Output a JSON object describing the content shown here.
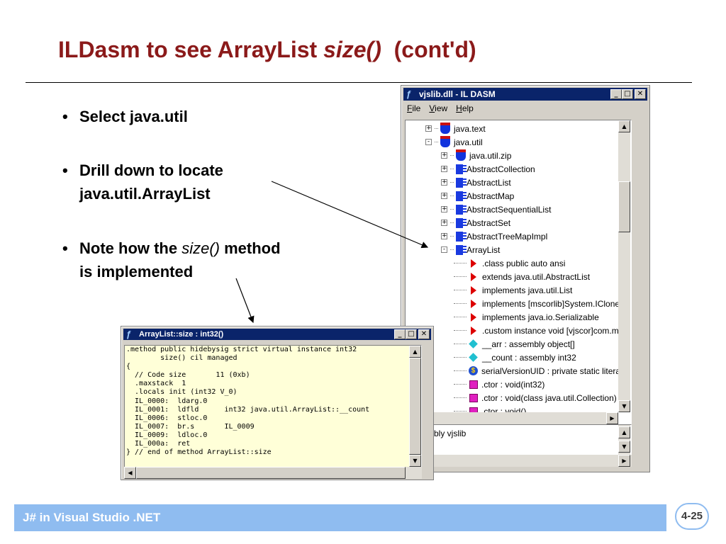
{
  "slide": {
    "title_main": "ILDasm to see ArrayList ",
    "title_italic": "size()",
    "title_tail": "  (cont'd)",
    "bullets": [
      {
        "line1": "Select java.util"
      },
      {
        "line1": "Drill down to locate",
        "line2": "java.util.ArrayList"
      },
      {
        "line1_pre": "Note how the ",
        "line1_italic": "size()",
        "line1_post": " method",
        "line2": "is implemented"
      }
    ],
    "bullet_glyph": "•",
    "footer": "J# in Visual Studio .NET",
    "page_number": "4-25",
    "colors": {
      "title": "#8B1A1A",
      "footer_bar": "#8fbcf0",
      "titlebar": "#0a246a",
      "code_bg": "#ffffd8"
    }
  },
  "ildasm": {
    "title": "vjslib.dll - IL DASM",
    "menu": [
      {
        "underline": "F",
        "rest": "ile"
      },
      {
        "underline": "V",
        "rest": "iew"
      },
      {
        "underline": "H",
        "rest": "elp"
      }
    ],
    "tree": [
      {
        "label": "java.text",
        "icon": "namespace-icon",
        "level": 0,
        "toggle": "+"
      },
      {
        "label": "java.util",
        "icon": "namespace-icon",
        "level": 0,
        "toggle": "-"
      },
      {
        "label": "java.util.zip",
        "icon": "namespace-icon",
        "level": 1,
        "toggle": "+"
      },
      {
        "label": "AbstractCollection",
        "icon": "class-icon",
        "level": 1,
        "toggle": "+"
      },
      {
        "label": "AbstractList",
        "icon": "class-icon",
        "level": 1,
        "toggle": "+"
      },
      {
        "label": "AbstractMap",
        "icon": "class-icon",
        "level": 1,
        "toggle": "+"
      },
      {
        "label": "AbstractSequentialList",
        "icon": "class-icon",
        "level": 1,
        "toggle": "+"
      },
      {
        "label": "AbstractSet",
        "icon": "class-icon",
        "level": 1,
        "toggle": "+"
      },
      {
        "label": "AbstractTreeMapImpl",
        "icon": "class-icon",
        "level": 1,
        "toggle": "+"
      },
      {
        "label": "ArrayList",
        "icon": "class-icon",
        "level": 1,
        "toggle": "-"
      },
      {
        "label": ".class public auto ansi",
        "icon": "info-icon",
        "level": 2
      },
      {
        "label": "extends java.util.AbstractList",
        "icon": "info-icon",
        "level": 2
      },
      {
        "label": "implements java.util.List",
        "icon": "info-icon",
        "level": 2
      },
      {
        "label": "implements [mscorlib]System.IClonea",
        "icon": "info-icon",
        "level": 2
      },
      {
        "label": "implements java.io.Serializable",
        "icon": "info-icon",
        "level": 2
      },
      {
        "label": ".custom instance void [vjscor]com.m:",
        "icon": "info-icon",
        "level": 2
      },
      {
        "label": "__arr : assembly object[]",
        "icon": "field-icon",
        "level": 2
      },
      {
        "label": "__count : assembly int32",
        "icon": "field-icon",
        "level": 2
      },
      {
        "label": "serialVersionUID : private static litera",
        "icon": "static-field-icon",
        "level": 2
      },
      {
        "label": ".ctor : void(int32)",
        "icon": "method-icon",
        "level": 2
      },
      {
        "label": ".ctor : void(class java.util.Collection)",
        "icon": "method-icon",
        "level": 2
      },
      {
        "label": ".ctor : void()",
        "icon": "method-icon",
        "level": 2
      }
    ],
    "status_text": "bly vjslib",
    "static_glyph": "$"
  },
  "code_window": {
    "title": "ArrayList::size : int32()",
    "lines": [
      ".method public hidebysig strict virtual instance int32",
      "        size() cil managed",
      "{",
      "  // Code size       11 (0xb)",
      "  .maxstack  1",
      "  .locals init (int32 V_0)",
      "  IL_0000:  ldarg.0",
      "  IL_0001:  ldfld      int32 java.util.ArrayList::__count",
      "  IL_0006:  stloc.0",
      "  IL_0007:  br.s       IL_0009",
      "  IL_0009:  ldloc.0",
      "  IL_000a:  ret",
      "} // end of method ArrayList::size"
    ]
  },
  "window_buttons": {
    "minimize": "_",
    "maximize": "□",
    "close": "✕"
  },
  "scroll_glyphs": {
    "up": "▲",
    "down": "▼",
    "left": "◀",
    "right": "▶"
  }
}
